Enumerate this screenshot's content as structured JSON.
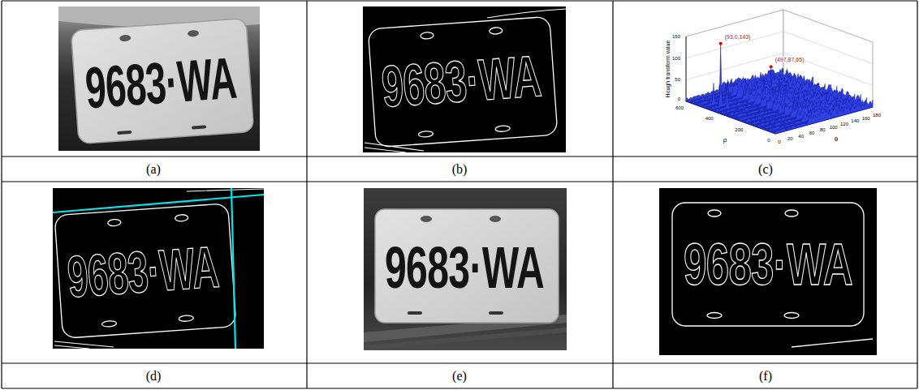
{
  "diagram": {
    "labels": [
      "9683·WA",
      "9683·WA",
      "Hough transform value",
      "(93,0,143)",
      "(497,87,65)",
      "150",
      "100",
      "50",
      "0",
      "600",
      "400",
      "200",
      "0",
      "ρ",
      "0",
      "20",
      "40",
      "60",
      "80",
      "100",
      "120",
      "140",
      "160",
      "180",
      "θ",
      "(a)",
      "(b)",
      "(c)",
      "9683·WA",
      "9683·WA",
      "9683·WA",
      "(d)",
      "(e)",
      "(f)"
    ]
  }
}
